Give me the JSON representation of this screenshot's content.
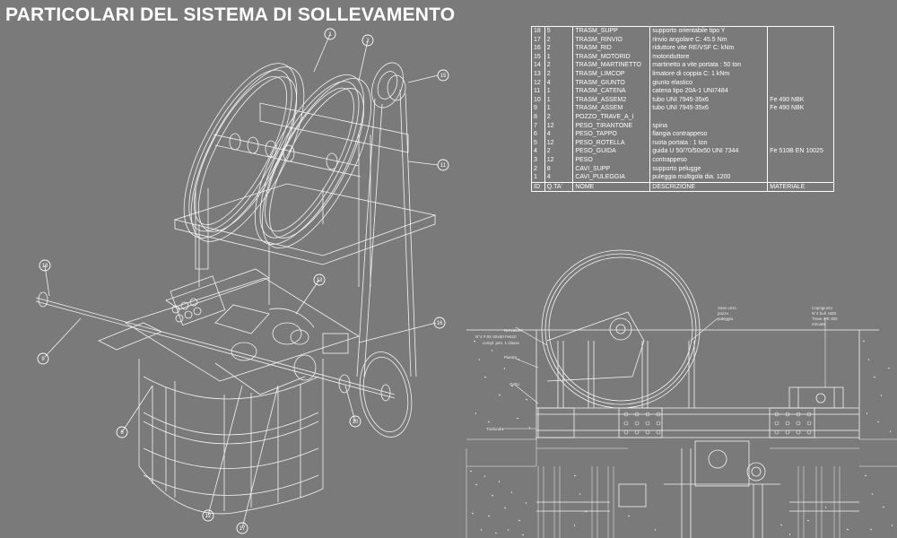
{
  "title": "PARTICOLARI DEL SISTEMA DI SOLLEVAMENTO",
  "colors": {
    "background": "#7a7a7a",
    "line": "#ffffff"
  },
  "bom": {
    "header": [
      "ID",
      "Q.TA'",
      "NOME",
      "DESCRIZIONE",
      "MATERIALE"
    ],
    "rows": [
      [
        "18",
        "5",
        "TRASM_SUPP",
        "supporto orientabile tipo Y",
        ""
      ],
      [
        "17",
        "2",
        "TRASM_RINVIO",
        "rinvio angolare C: 45.5 Nm",
        ""
      ],
      [
        "16",
        "2",
        "TRASM_RID",
        "riduttore vite RE/VSF C: kNm",
        ""
      ],
      [
        "15",
        "1",
        "TRASM_MOTORID",
        "motoriduttore",
        ""
      ],
      [
        "14",
        "2",
        "TRASM_MARTINETTO",
        "martinetto a vite portata : 50 ton",
        ""
      ],
      [
        "13",
        "2",
        "TRASM_LIMCOP",
        "limatore di coppia C: 1 kNm",
        ""
      ],
      [
        "12",
        "4",
        "TRASM_GIUNTO",
        "giunto elastico",
        ""
      ],
      [
        "11",
        "1",
        "TRASM_CATENA",
        "catena tipo 20A-1 UNI7484",
        ""
      ],
      [
        "10",
        "1",
        "TRASM_ASSEM2",
        "tubo UNI 7945-35x6",
        "Fe 490 NBK"
      ],
      [
        "9",
        "1",
        "TRASM_ASSEM",
        "tubo UNI 7945-35x6",
        "Fe 490 NBK"
      ],
      [
        "8",
        "2",
        "POZZO_TRAVE_A_I",
        "",
        ""
      ],
      [
        "7",
        "12",
        "PESO_TIRANTONE",
        "spina",
        ""
      ],
      [
        "6",
        "4",
        "PESO_TAPPO",
        "flangia contrappeso",
        ""
      ],
      [
        "5",
        "12",
        "PESO_ROTELLA",
        "ruota portata : 1 ton",
        ""
      ],
      [
        "4",
        "2",
        "PESO_GUIDA",
        "guida U 50/70/50x50 UNI 7344",
        "Fe 510B EN 10025"
      ],
      [
        "3",
        "12",
        "PESO",
        "contrappeso",
        ""
      ],
      [
        "2",
        "8",
        "CAVI_SUPP",
        "supporto pelugge",
        ""
      ],
      [
        "1",
        "4",
        "CAVI_PULEGGIA",
        "puleggia multigola dia. 1200",
        ""
      ]
    ]
  },
  "callouts": [
    "1",
    "2",
    "15",
    "11",
    "18",
    "9",
    "13",
    "16",
    "6",
    "10",
    "12",
    "17"
  ],
  "section_labels": {
    "left": [
      "Nervature",
      "N°4 # 8X 50x50 Fe510",
      "compl. pen. 1 classe",
      "Piastra",
      "Getto",
      "Tirafondi"
    ],
    "mid": [
      "Asse orizz.",
      "pozzo",
      "puleggia"
    ],
    "right": [
      "Coprigiunto",
      "N°4 bull. M20",
      "Trave IPE 300",
      "Zincata"
    ]
  }
}
